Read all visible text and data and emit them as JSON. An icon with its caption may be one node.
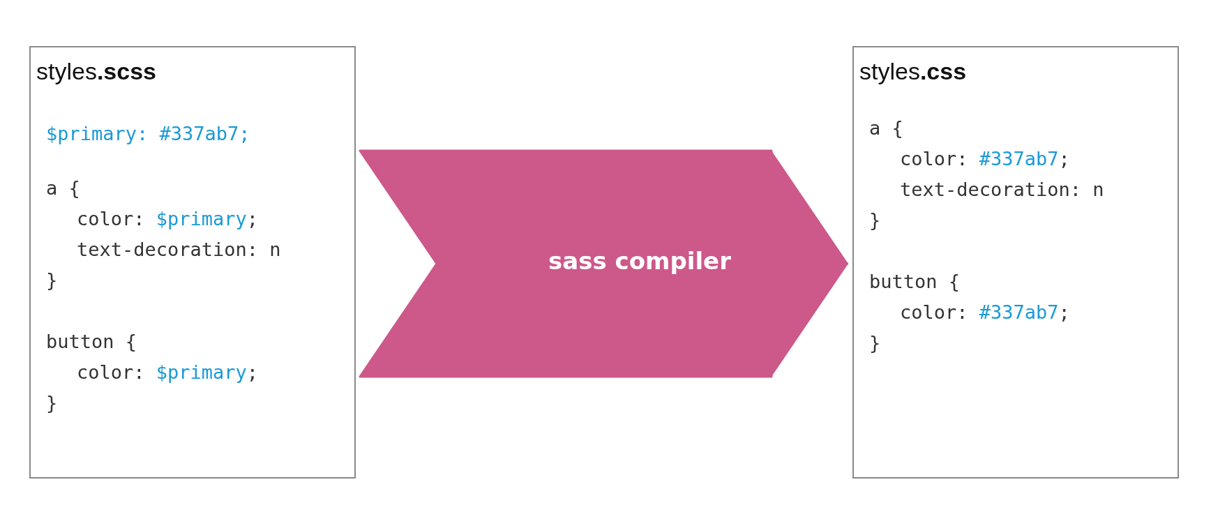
{
  "diagram": {
    "nodes": [
      {
        "text": [
          "styles**.scss**",
          "*$primary: #337ab7;*",
          "a {",
          "color: *$primary*;",
          "text-decoration: n",
          "}",
          "button {",
          "color: *$primary*;",
          "}"
        ]
      },
      {
        "text": [
          "styles**.css**",
          "a {",
          "color: *#337ab7*;",
          "text-decoration: n",
          "}",
          "button {",
          "color: *#337ab7*;",
          "}"
        ]
      }
    ],
    "edges": [
      {
        "from": 0,
        "to": 1,
        "arrow": "to",
        "label": "sass compiler",
        "color": "#cd588a"
      }
    ]
  }
}
